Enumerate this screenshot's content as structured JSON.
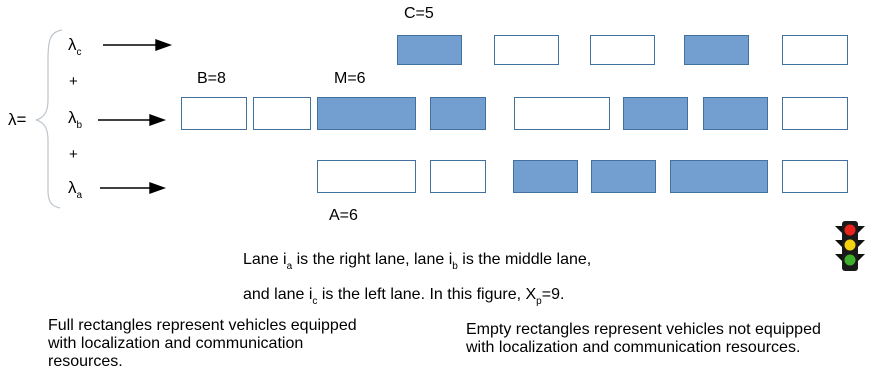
{
  "lambda_label": "λ=",
  "plus": "+",
  "inputs": [
    {
      "symbol": "λ",
      "sub": "c"
    },
    {
      "symbol": "λ",
      "sub": "b"
    },
    {
      "symbol": "λ",
      "sub": "a"
    }
  ],
  "labels": {
    "c": "C=5",
    "b": "B=8",
    "m": "M=6",
    "a": "A=6"
  },
  "lanes": {
    "left": {
      "vehicles": [
        true,
        false,
        false,
        true,
        false
      ]
    },
    "middle": {
      "vehicles": [
        false,
        false,
        true,
        true,
        false,
        true,
        true,
        false
      ]
    },
    "right": {
      "vehicles": [
        false,
        false,
        true,
        true,
        true,
        false
      ]
    }
  },
  "caption": {
    "line1": {
      "p1": "Lane i",
      "s1": "a",
      "p2": " is the right lane, lane i",
      "s2": "b",
      "p3": " is the middle lane,"
    },
    "line2": {
      "p1": "and lane i",
      "s1": "c",
      "p2": " is the left lane. In this figure,   X",
      "s2": "p",
      "p3": "=9."
    }
  },
  "notes": {
    "full": "Full rectangles represent vehicles equipped with localization and communication resources.",
    "empty": "Empty rectangles represent vehicles not equipped with localization and communication resources."
  },
  "colors": {
    "filled": "#729fcf",
    "border": "#41719c",
    "light_red": "#e8231b",
    "light_yellow": "#f5d20f",
    "light_green": "#3fae2a"
  },
  "icons": [
    "traffic-light-icon"
  ]
}
